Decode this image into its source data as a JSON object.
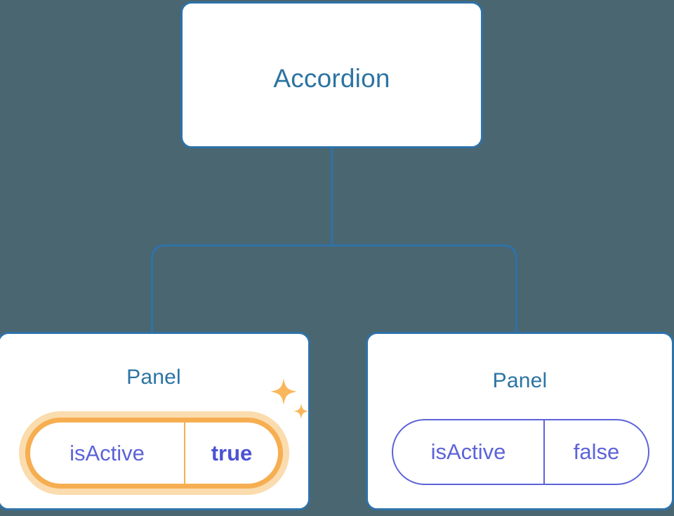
{
  "diagram": {
    "type": "component-tree",
    "background_color": "#4a6670",
    "connector_color": "#2e72a8",
    "nodes": [
      {
        "id": "root",
        "title": "Accordion",
        "title_color": "#2c74a3",
        "border_color": "#2e72a8"
      },
      {
        "id": "panel-0",
        "title": "Panel",
        "title_color": "#2c74a3",
        "border_color": "#2e72a8",
        "prop": {
          "key": "isActive",
          "value": "true",
          "highlighted": true,
          "key_color": "#5c63d8",
          "value_color": "#4c52d2",
          "ring_color": "#f6ae51",
          "glow_color": "#fbdcae"
        },
        "sparkle": {
          "name": "sparkle-icon",
          "color": "#f9b75c",
          "count": 2
        }
      },
      {
        "id": "panel-1",
        "title": "Panel",
        "title_color": "#2c74a3",
        "border_color": "#2e72a8",
        "prop": {
          "key": "isActive",
          "value": "false",
          "highlighted": false,
          "key_color": "#5c63d8",
          "value_color": "#5c63d8",
          "ring_color": "#5c63d8"
        }
      }
    ],
    "edges": [
      {
        "from": "root",
        "to": "panel-0"
      },
      {
        "from": "root",
        "to": "panel-1"
      }
    ]
  }
}
